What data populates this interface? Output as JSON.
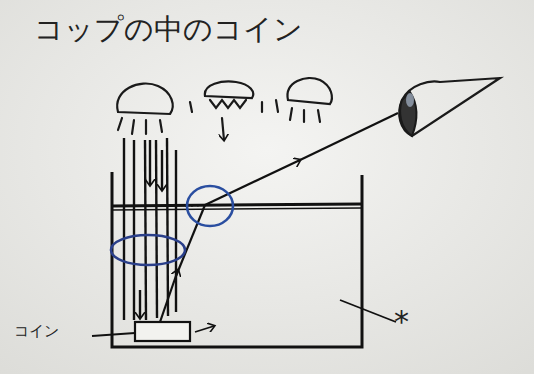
{
  "diagram": {
    "title": "コップの中のコイン",
    "labels": [
      "コイン",
      "*"
    ]
  }
}
